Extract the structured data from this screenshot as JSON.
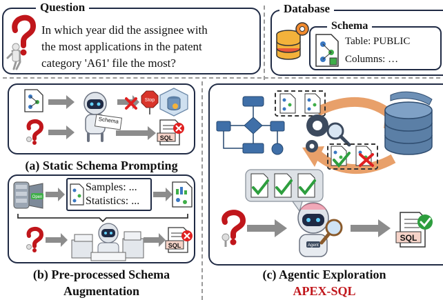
{
  "question": {
    "legend": "Question",
    "text_lines": [
      "In which year did the assignee with",
      "the most applications in the patent",
      "category 'A61' file the most?"
    ]
  },
  "database": {
    "legend": "Database",
    "schema_legend": "Schema",
    "table_line": "Table: PUBLIC",
    "columns_line": "Columns: …"
  },
  "static_panel": {
    "caption": "(a) Static Schema Prompting",
    "schema_card": "Schema",
    "stop_sign": "Stop",
    "sql_label": "SQL"
  },
  "preprocessed_panel": {
    "caption_line1": "(b) Pre-processed Schema",
    "caption_line2": "Augmentation",
    "samples_line": "Samples: ...",
    "statistics_line": "Statistics: ...",
    "open_label": "Open",
    "sql_label": "SQL"
  },
  "agentic_panel": {
    "caption": "(c) Agentic Exploration",
    "title": "APEX-SQL",
    "agent_badge": "Agent",
    "sql_label": "SQL"
  },
  "colors": {
    "panel_border": "#1f2a44",
    "accent_red": "#c0161b",
    "arrow_gray": "#8c8c8c",
    "arrow_orange": "#e8a06a",
    "db_blue": "#5b7fa6",
    "check_green": "#2e9e3e"
  }
}
